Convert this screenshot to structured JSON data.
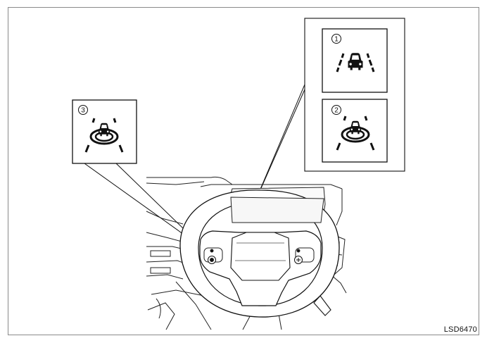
{
  "callouts": [
    {
      "number": "1",
      "icon": "lane-departure-icon"
    },
    {
      "number": "2",
      "icon": "intelligent-lane-intervention-icon"
    },
    {
      "number": "3",
      "icon": "lane-intervention-switch-icon"
    }
  ],
  "figure_code": "LSD6470",
  "colors": {
    "line": "#111111",
    "frame": "#8a8a8a",
    "background": "#ffffff"
  }
}
